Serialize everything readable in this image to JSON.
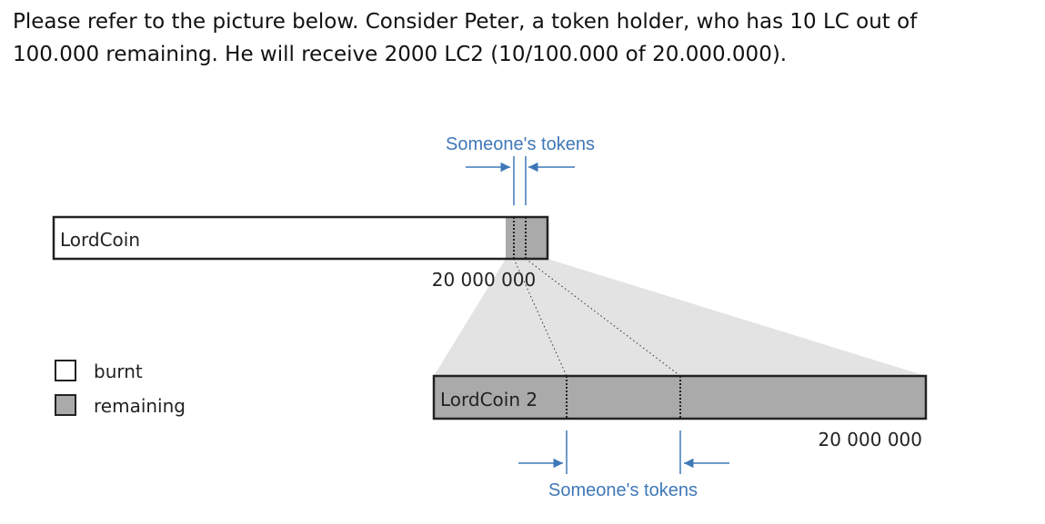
{
  "intro": {
    "line1": "Please refer to the picture below. Consider Peter, a token holder, who has 10 LC out of",
    "line2": "100.000 remaining. He will receive 2000 LC2 (10/100.000 of 20.000.000)."
  },
  "diagram": {
    "top_annotation": "Someone's tokens",
    "bottom_annotation": "Someone's tokens",
    "bar1": {
      "label": "LordCoin",
      "total_label": "20 000 000"
    },
    "bar2": {
      "label": "LordCoin 2",
      "total_label": "20 000 000"
    },
    "legend": [
      {
        "label": "burnt",
        "color": "#ffffff"
      },
      {
        "label": "remaining",
        "color": "#aaaaaa"
      }
    ],
    "colors": {
      "remaining": "#aaaaaa",
      "burnt": "#ffffff",
      "projection": "#e3e3e3",
      "arrow": "#3f78b7",
      "outline": "#222222"
    }
  }
}
